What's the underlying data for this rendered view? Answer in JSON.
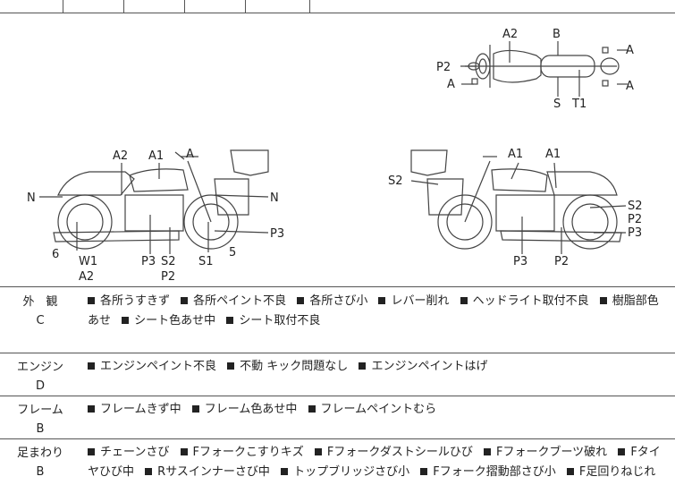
{
  "diagram": {
    "top_view_labels": {
      "a2": "A2",
      "b": "B",
      "a_right_top": "A",
      "p2": "P2",
      "a_left": "A",
      "a_right_bottom": "A",
      "s": "S",
      "t1": "T1"
    },
    "left_side_labels": {
      "a2": "A2",
      "a1": "A1",
      "a": "A",
      "n_left": "N",
      "n_right": "N",
      "num6": "6",
      "w1": "W1",
      "a2_bottom": "A2",
      "p3": "P3",
      "s2": "S2",
      "p2": "P2",
      "s1": "S1",
      "num5": "5",
      "p3_right": "P3"
    },
    "right_side_labels": {
      "s2_left": "S2",
      "a1_left": "A1",
      "a1_right": "A1",
      "s2_right": "S2",
      "p2_right": "P2",
      "p3_right": "P3",
      "p3_bottom": "P3",
      "p2_bottom": "P2"
    }
  },
  "rows": [
    {
      "label": "外　観",
      "grade": "C",
      "items": [
        "各所うすきず",
        "各所ペイント不良",
        "各所さび小",
        "レバー削れ",
        "ヘッドライト取付不良",
        "樹脂部色あせ",
        "シート色あせ中",
        "シート取付不良"
      ]
    },
    {
      "label": "エンジン",
      "grade": "D",
      "items": [
        "エンジンペイント不良",
        "不動 キック問題なし",
        "エンジンペイントはげ"
      ]
    },
    {
      "label": "フレーム",
      "grade": "B",
      "items": [
        "フレームきず中",
        "フレーム色あせ中",
        "フレームペイントむら"
      ]
    },
    {
      "label": "足まわり",
      "grade": "B",
      "items": [
        "チェーンさび",
        "Fフォークこすりキズ",
        "Fフォークダストシールひび",
        "Fフォークブーツ破れ",
        "Fタイヤひび中",
        "Rサスインナーさび中",
        "トップブリッジさび小",
        "Fフォーク摺動部さび小",
        "F足回りねじれ"
      ]
    }
  ]
}
